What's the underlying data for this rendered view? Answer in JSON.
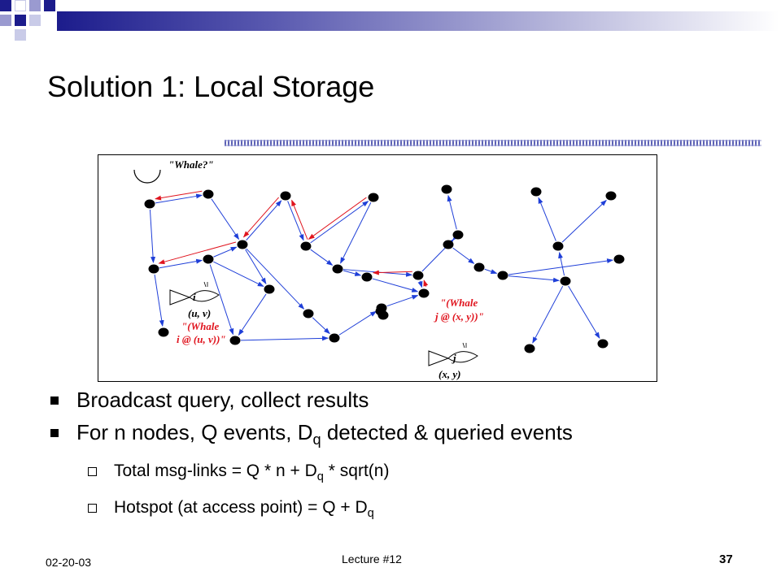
{
  "slide": {
    "title": "Solution 1: Local Storage",
    "bullets": [
      {
        "text": "Broadcast query, collect results"
      },
      {
        "text_before": "For n nodes, Q events, D",
        "sub": "q",
        "text_after": " detected & queried events"
      }
    ],
    "subbullets": [
      {
        "text_before": "Total msg-links = Q * n + D",
        "sub": "q",
        "text_after": " * sqrt(n)"
      },
      {
        "text_before": "Hotspot (at access point) = Q + D",
        "sub": "q",
        "text_after": ""
      }
    ],
    "footer": {
      "date": "02-20-03",
      "lecture": "Lecture #12",
      "page": "37"
    }
  },
  "figure": {
    "query_label": "\"Whale?\"",
    "fish1": {
      "letter": "i",
      "coord": "(u, v)",
      "msg_line1": "\"(Whale",
      "msg_line2": "i @ (u, v))\""
    },
    "fish2": {
      "letter": "j",
      "coord": "(x, y)",
      "msg_line1": "\"(Whale",
      "msg_line2": "j @ (x, y))\""
    }
  },
  "colors": {
    "accent": "#1c1c8c",
    "edge_blue": "#1f3fd8",
    "edge_red": "#e0141e"
  }
}
